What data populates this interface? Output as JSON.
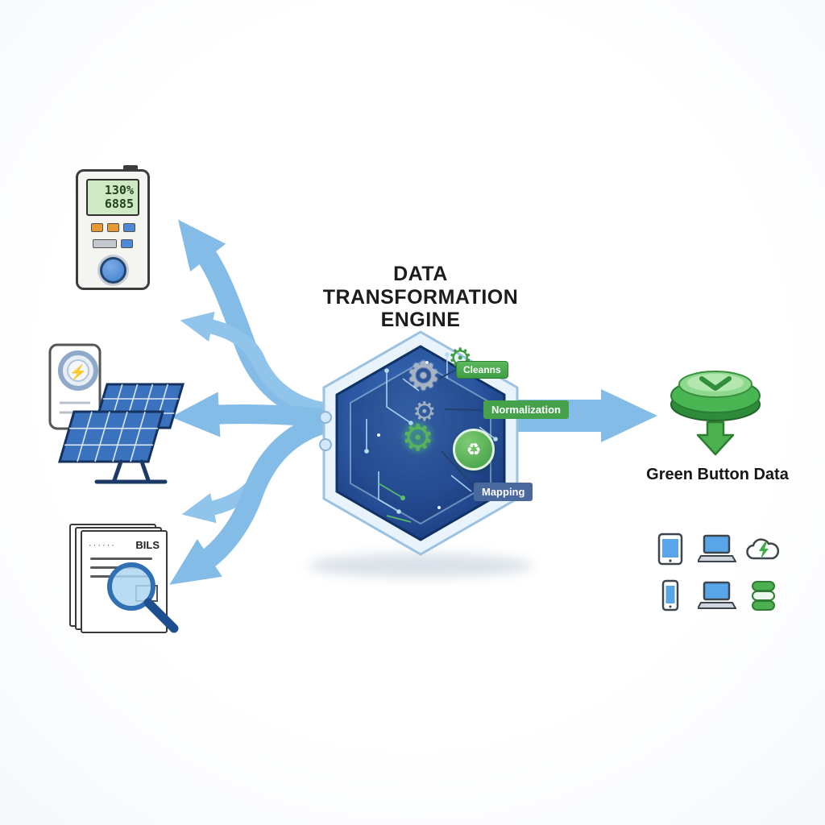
{
  "colors": {
    "arrow_blue": "#7db9e6",
    "engine_blue": "#24589e",
    "green": "#3fae49",
    "badge_blue": "#49699c"
  },
  "title": {
    "line1": "DATA",
    "line2": "TRANSFORMATION",
    "line3": "ENGINE"
  },
  "engine": {
    "badge_cleaning": "Cleanns",
    "badge_normalization": "Normalization",
    "badge_mapping": "Mapping"
  },
  "sources": {
    "meter": {
      "display_line1": "130%",
      "display_line2": "6885"
    },
    "bills": {
      "dots": "······",
      "label": "BILS"
    }
  },
  "output": {
    "label": "Green Button Data"
  },
  "icons": {
    "gear": "⚙",
    "recycle": "♻",
    "bolt": "⚡"
  }
}
